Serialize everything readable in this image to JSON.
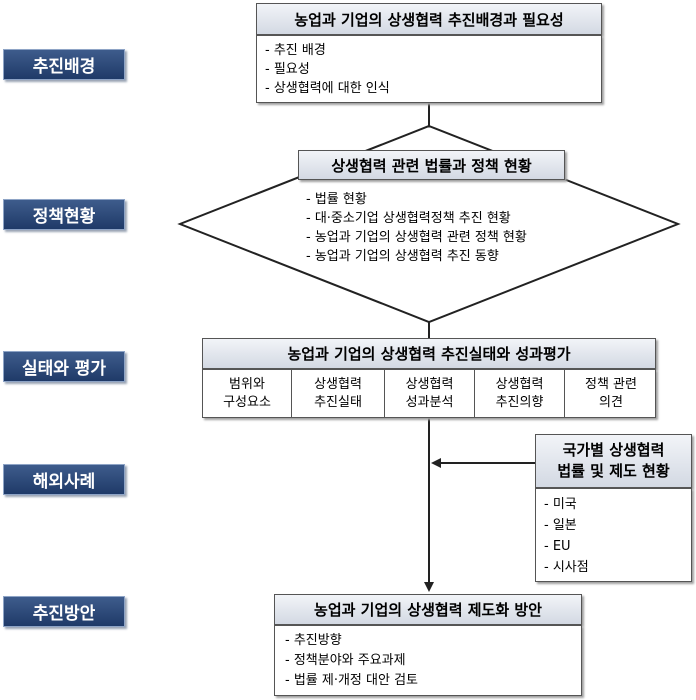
{
  "stages": [
    "추진배경",
    "정책현황",
    "실태와 평가",
    "해외사례",
    "추진방안"
  ],
  "background": {
    "title": "농업과 기업의 상생협력 추진배경과 필요성",
    "items": [
      "- 추진 배경",
      "- 필요성",
      "- 상생협력에 대한 인식"
    ]
  },
  "policy": {
    "title": "상생협력 관련 법률과 정책 현황",
    "items": [
      "- 법률 현황",
      "- 대·중소기업 상생협력정책 추진 현황",
      "- 농업과 기업의 상생협력 관련 정책 현황",
      "- 농업과 기업의 상생협력 추진 동향"
    ]
  },
  "status": {
    "title": "농업과 기업의 상생협력 추진실태와 성과평가",
    "cells": [
      {
        "line1": "범위와",
        "line2": "구성요소"
      },
      {
        "line1": "상생협력",
        "line2": "추진실태"
      },
      {
        "line1": "상생협력",
        "line2": "성과분석"
      },
      {
        "line1": "상생협력",
        "line2": "추진의향"
      },
      {
        "line1": "정책 관련",
        "line2": "의견"
      }
    ]
  },
  "overseas": {
    "title_line1": "국가별 상생협력",
    "title_line2": "법률 및 제도 현황",
    "items": [
      "- 미국",
      "- 일본",
      "- EU",
      "- 시사점"
    ]
  },
  "plan": {
    "title": "농업과 기업의 상생협력 제도화 방안",
    "items": [
      "- 추진방향",
      "- 정책분야와 주요과제",
      "- 법률 제·개정 대안 검토"
    ]
  },
  "colors": {
    "stage_fill": "#2f4c7c",
    "header_fill": "#dfe4ec",
    "arrow": "#222222"
  }
}
